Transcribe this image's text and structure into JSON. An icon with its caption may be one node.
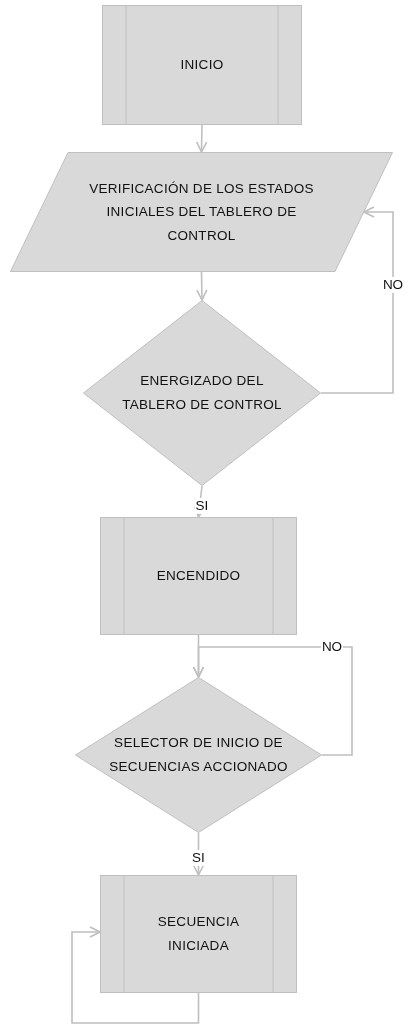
{
  "diagram": {
    "nodes": [
      {
        "text": [
          "INICIO"
        ]
      },
      {
        "text": [
          "VERIFICACIÓN DE LOS ESTADOS INICIALES DEL TABLERO DE CONTROL"
        ]
      },
      {
        "text": [
          "ENERGIZADO DEL TABLERO DE CONTROL"
        ]
      },
      {
        "text": [
          "ENCENDIDO"
        ]
      },
      {
        "text": [
          "SELECTOR DE INICIO DE SECUENCIAS ACCIONADO"
        ]
      },
      {
        "text": [
          "SECUENCIA INICIADA"
        ]
      }
    ],
    "edges": [
      {
        "from": 0,
        "to": 1,
        "arrow": "to"
      },
      {
        "from": 1,
        "to": 2,
        "arrow": "to"
      },
      {
        "from": 2,
        "to": 1,
        "arrow": "to",
        "label": "NO"
      },
      {
        "from": 2,
        "to": 3,
        "arrow": "to",
        "label": "SI"
      },
      {
        "from": 3,
        "to": 4,
        "arrow": "to"
      },
      {
        "from": 4,
        "to": 4,
        "arrow": "to",
        "label": "NO"
      },
      {
        "from": 4,
        "to": 5,
        "arrow": "to",
        "label": "SI"
      },
      {
        "from": 5,
        "to": 5,
        "arrow": "to"
      }
    ]
  }
}
